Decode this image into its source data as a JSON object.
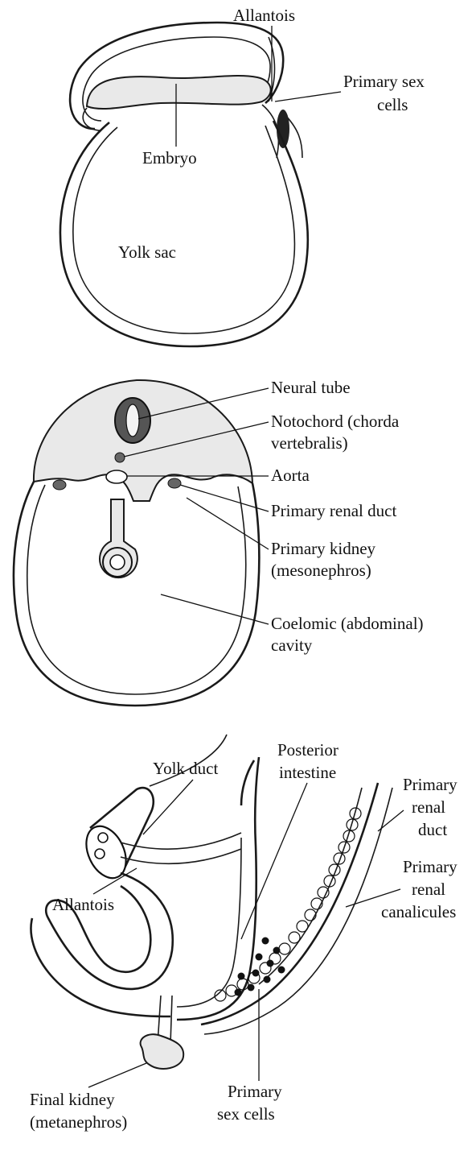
{
  "panel_top": {
    "labels": {
      "allantois": "Allantois",
      "primary_sex_cells_1": "Primary sex",
      "primary_sex_cells_2": "cells",
      "embryo": "Embryo",
      "yolk_sac": "Yolk sac"
    }
  },
  "panel_middle": {
    "labels": {
      "neural_tube": "Neural tube",
      "notochord_1": "Notochord (chorda",
      "notochord_2": "vertebralis)",
      "aorta": "Aorta",
      "primary_renal_duct": "Primary renal duct",
      "primary_kidney_1": "Primary kidney",
      "primary_kidney_2": "(mesonephros)",
      "coelomic_1": "Coelomic (abdominal)",
      "coelomic_2": "cavity"
    }
  },
  "panel_bottom": {
    "labels": {
      "yolk_duct": "Yolk duct",
      "posterior_1": "Posterior",
      "posterior_2": "intestine",
      "renal_duct_1": "Primary",
      "renal_duct_2": "renal",
      "renal_duct_3": "duct",
      "canalicules_1": "Primary",
      "canalicules_2": "renal",
      "canalicules_3": "canalicules",
      "allantois": "Allantois",
      "final_kidney_1": "Final kidney",
      "final_kidney_2": "(metanephros)",
      "sex_cells_1": "Primary",
      "sex_cells_2": "sex cells"
    }
  }
}
